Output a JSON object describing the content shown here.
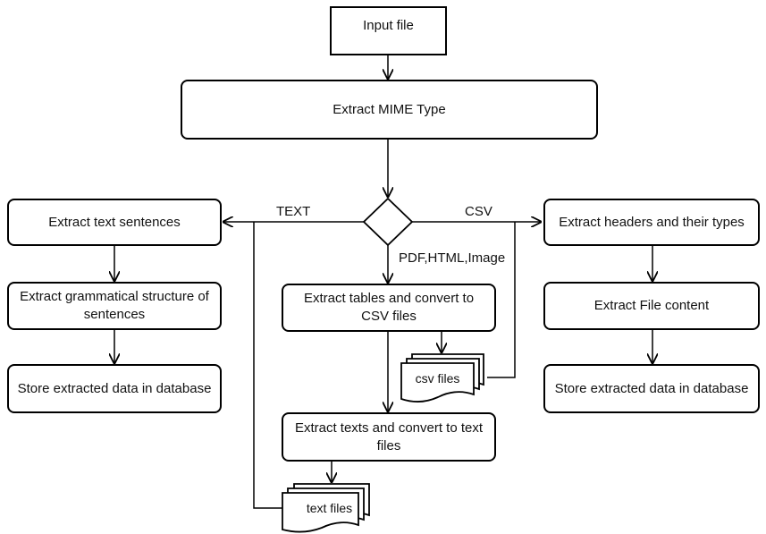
{
  "nodes": {
    "input_file": "Input file",
    "extract_mime": "Extract MIME Type",
    "extract_text_sentences": "Extract text sentences",
    "extract_grammatical": "Extract grammatical structure of sentences",
    "store_left": "Store extracted data in database",
    "extract_tables": "Extract tables and convert to CSV files",
    "csv_files": "csv files",
    "extract_texts": "Extract texts and convert to text files",
    "text_files": "text files",
    "extract_headers": "Extract headers and their types",
    "extract_file_content": "Extract File content",
    "store_right": "Store extracted data in database"
  },
  "edges": {
    "text_label": "TEXT",
    "csv_label": "CSV",
    "pdf_label": "PDF,HTML,Image"
  }
}
